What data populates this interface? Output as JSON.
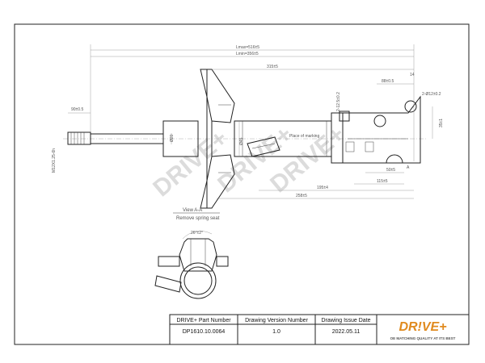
{
  "dimensions": {
    "lmax": "Lmax=516±5",
    "lmin": "Lmin=356±5",
    "d315": "315±5",
    "d14": "14",
    "d88": "88±0.5",
    "d12_5": "2-12.5±0.2",
    "d12": "2-Ø12±0.2",
    "d35": "35±1",
    "d90": "90±0.5",
    "thread": "M12X1.25-6h",
    "d50": "50±5",
    "d115": "115±5",
    "d195": "195±4",
    "d258": "258±5",
    "d20": "Ø20",
    "d45": "Ø45",
    "d_a": "A",
    "marking": "Place of marking"
  },
  "view": {
    "title": "View A-A",
    "subtitle": "Remove spring seat",
    "angle": "26°±2°"
  },
  "watermark": {
    "text1": "DRIVE+",
    "text2": "DRIVE+",
    "text3": "DRIVE+"
  },
  "titleblock": {
    "h1": "DRIVE+ Part Number",
    "h2": "Drawing Version  Number",
    "h3": "Drawing Issue Date",
    "v1": "DP1610.10.0064",
    "v2": "1.0",
    "v3": "2022.05.11",
    "logo": "DR!VE+",
    "tagline": "OE MATCHING QUALITY AT ITS BEST"
  }
}
